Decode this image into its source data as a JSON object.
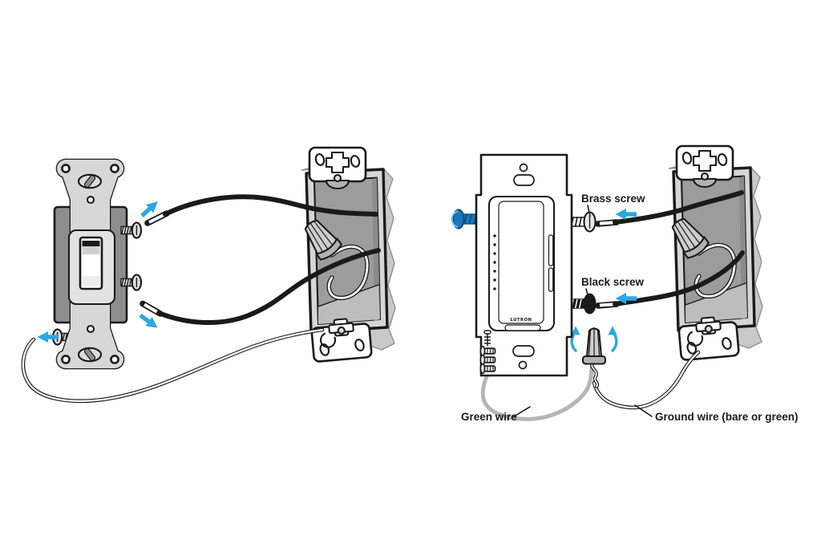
{
  "labels": {
    "brass_screw": "Brass screw",
    "black_screw": "Black screw",
    "green_wire": "Green wire",
    "ground_wire": "Ground wire (bare or green)"
  },
  "dimmer": {
    "brand": "LUTRON"
  },
  "icons": {
    "pull_arrow": "straight-blue-arrow",
    "rotate_arrow": "curved-blue-arrow",
    "wire_nut": "cone-wire-connector"
  },
  "colors": {
    "accent": "#29A9E1",
    "screw_blue": "#1A77BE",
    "line": "#1a1a1a",
    "strap": "#d7d7d7",
    "body": "#8d8d8d",
    "plaster": "#c9c9c9",
    "box_rim": "#d6d6d6",
    "box_interior": "#9c9c9c",
    "box_floor": "#bdbdbd",
    "nut": "#cdcdcd",
    "wire_green": "#b5b5b5",
    "brass": "#e8e8e8"
  }
}
